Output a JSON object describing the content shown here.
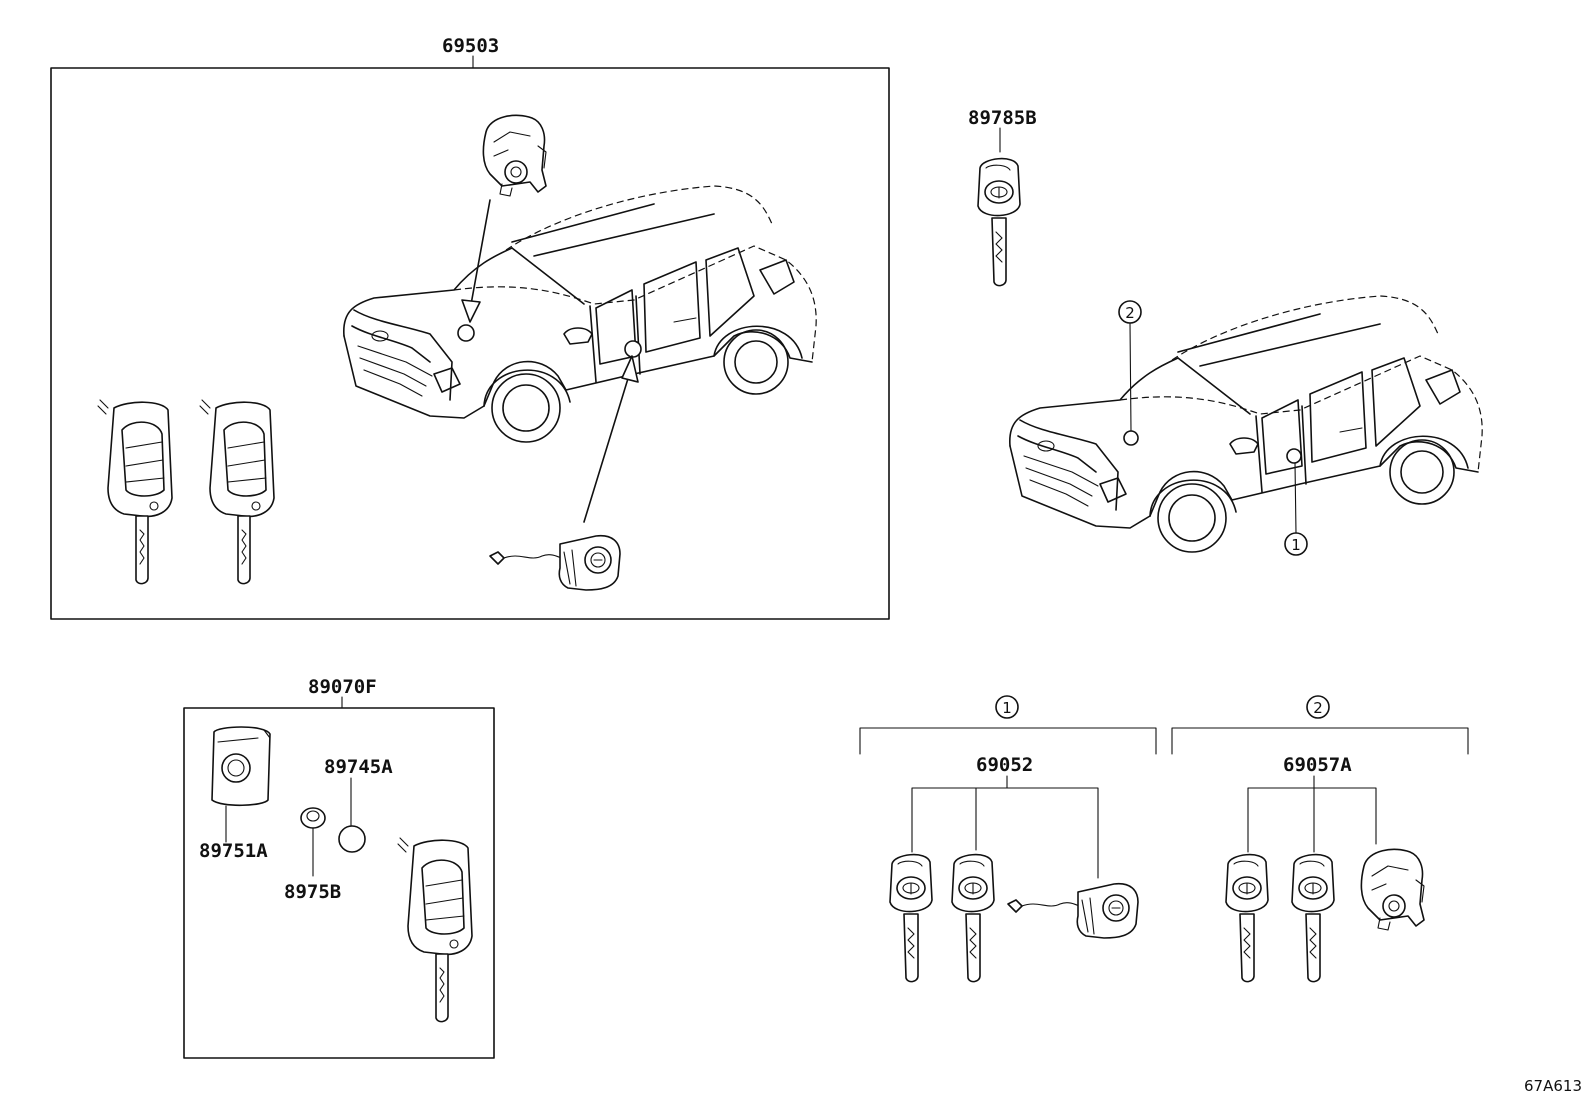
{
  "labels": {
    "p69503": "69503",
    "p89785b": "89785B",
    "p89070f": "89070F",
    "p89745a": "89745A",
    "p89751a": "89751A",
    "p8975b": "8975B",
    "p69052": "69052",
    "p69057a": "69057A"
  },
  "callouts": {
    "c1": "1",
    "c2": "2"
  },
  "diagram_code": "67A613"
}
